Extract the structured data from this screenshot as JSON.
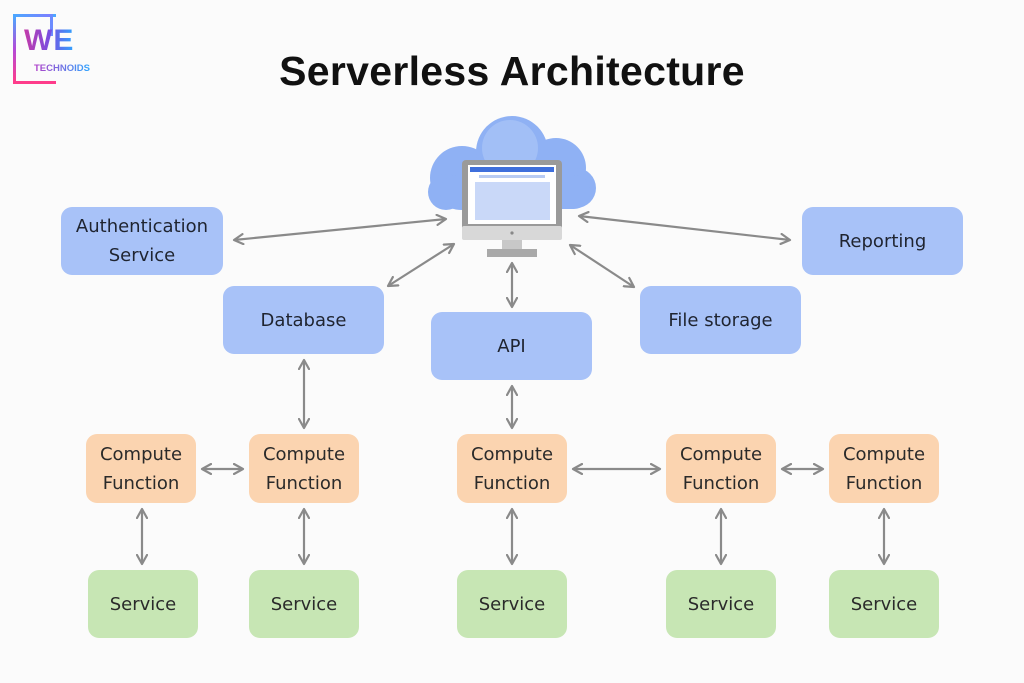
{
  "logo": {
    "mark": "WE",
    "subtitle": "TECHNOIDS"
  },
  "title": "Serverless Architecture",
  "hub": {
    "icon": "cloud-computer-icon",
    "label": ""
  },
  "colors": {
    "primary": "#a8c2f8",
    "compute": "#fbd4b0",
    "service": "#c7e6b4",
    "arrow": "#8a8a8a",
    "cloud": "#7ea7f2"
  },
  "nodes": {
    "auth": "Authentication Service",
    "reporting": "Reporting",
    "database": "Database",
    "api": "API",
    "file_storage": "File storage",
    "compute": [
      "Compute Function",
      "Compute Function",
      "Compute Function",
      "Compute Function",
      "Compute Function"
    ],
    "services": [
      "Service",
      "Service",
      "Service",
      "Service",
      "Service"
    ]
  },
  "edges": [
    [
      "hub",
      "auth"
    ],
    [
      "hub",
      "reporting"
    ],
    [
      "hub",
      "database"
    ],
    [
      "hub",
      "api"
    ],
    [
      "hub",
      "file_storage"
    ],
    [
      "database",
      "compute-2"
    ],
    [
      "api",
      "compute-3"
    ],
    [
      "compute-1",
      "compute-2"
    ],
    [
      "compute-3",
      "compute-4"
    ],
    [
      "compute-4",
      "compute-5"
    ],
    [
      "compute-1",
      "service-1"
    ],
    [
      "compute-2",
      "service-2"
    ],
    [
      "compute-3",
      "service-3"
    ],
    [
      "compute-4",
      "service-4"
    ],
    [
      "compute-5",
      "service-5"
    ]
  ]
}
